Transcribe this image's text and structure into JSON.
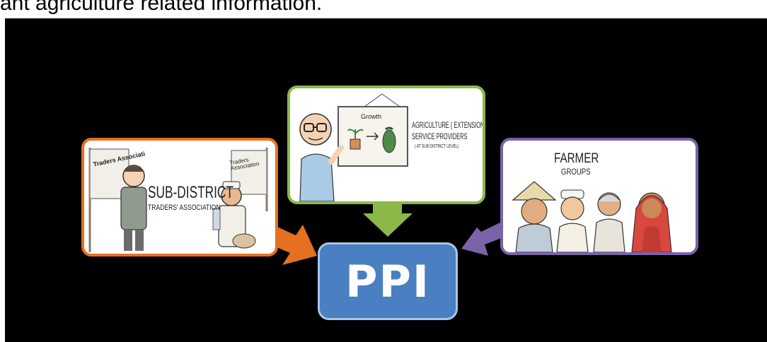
{
  "caption": "ant agriculture related information.",
  "center": {
    "label": "PPI",
    "color": "#4a7fc1"
  },
  "nodes": {
    "traders": {
      "title": "SUB-DISTRICT",
      "subtitle": "TRADERS' ASSOCIATION",
      "sign_left": "Traders Associati",
      "sign_right": "Traders Association",
      "border_color": "#e57020"
    },
    "extension": {
      "line1": "AGRICULTURE ( EXTENSION )",
      "line2": "SERVICE PROVIDERS",
      "line3": "( AT SUB DISTRICT LEVEL)",
      "board_title": "Growth",
      "border_color": "#8cb84a"
    },
    "farmers": {
      "title": "FARMER",
      "subtitle": "GROUPS",
      "border_color": "#7a63a8"
    }
  },
  "edges": [
    {
      "from": "traders",
      "to": "center",
      "color": "#e57020"
    },
    {
      "from": "extension",
      "to": "center",
      "color": "#8cb84a"
    },
    {
      "from": "farmers",
      "to": "center",
      "color": "#7a63a8"
    }
  ]
}
